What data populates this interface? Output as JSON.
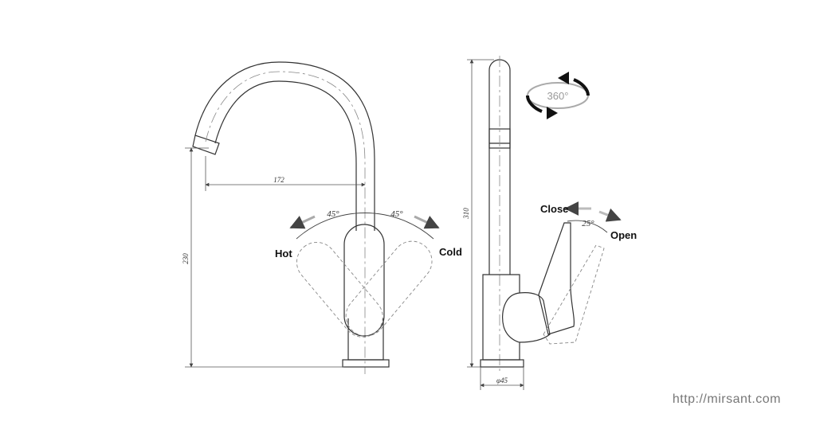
{
  "front_view": {
    "dim_width": "172",
    "dim_height": "230",
    "angle_left": "45°",
    "angle_right": "45°",
    "label_hot": "Hot",
    "label_cold": "Cold"
  },
  "side_view": {
    "dim_height": "310",
    "dim_base": "φ45",
    "label_close": "Close",
    "label_open": "Open",
    "angle": "25°",
    "rotation": "360°"
  },
  "watermark": "http://mirsant.com",
  "colors": {
    "line": "#333333",
    "dashed": "#888888",
    "dim": "#555555",
    "arrow_light": "#cccccc",
    "arrow_dark": "#111111"
  }
}
